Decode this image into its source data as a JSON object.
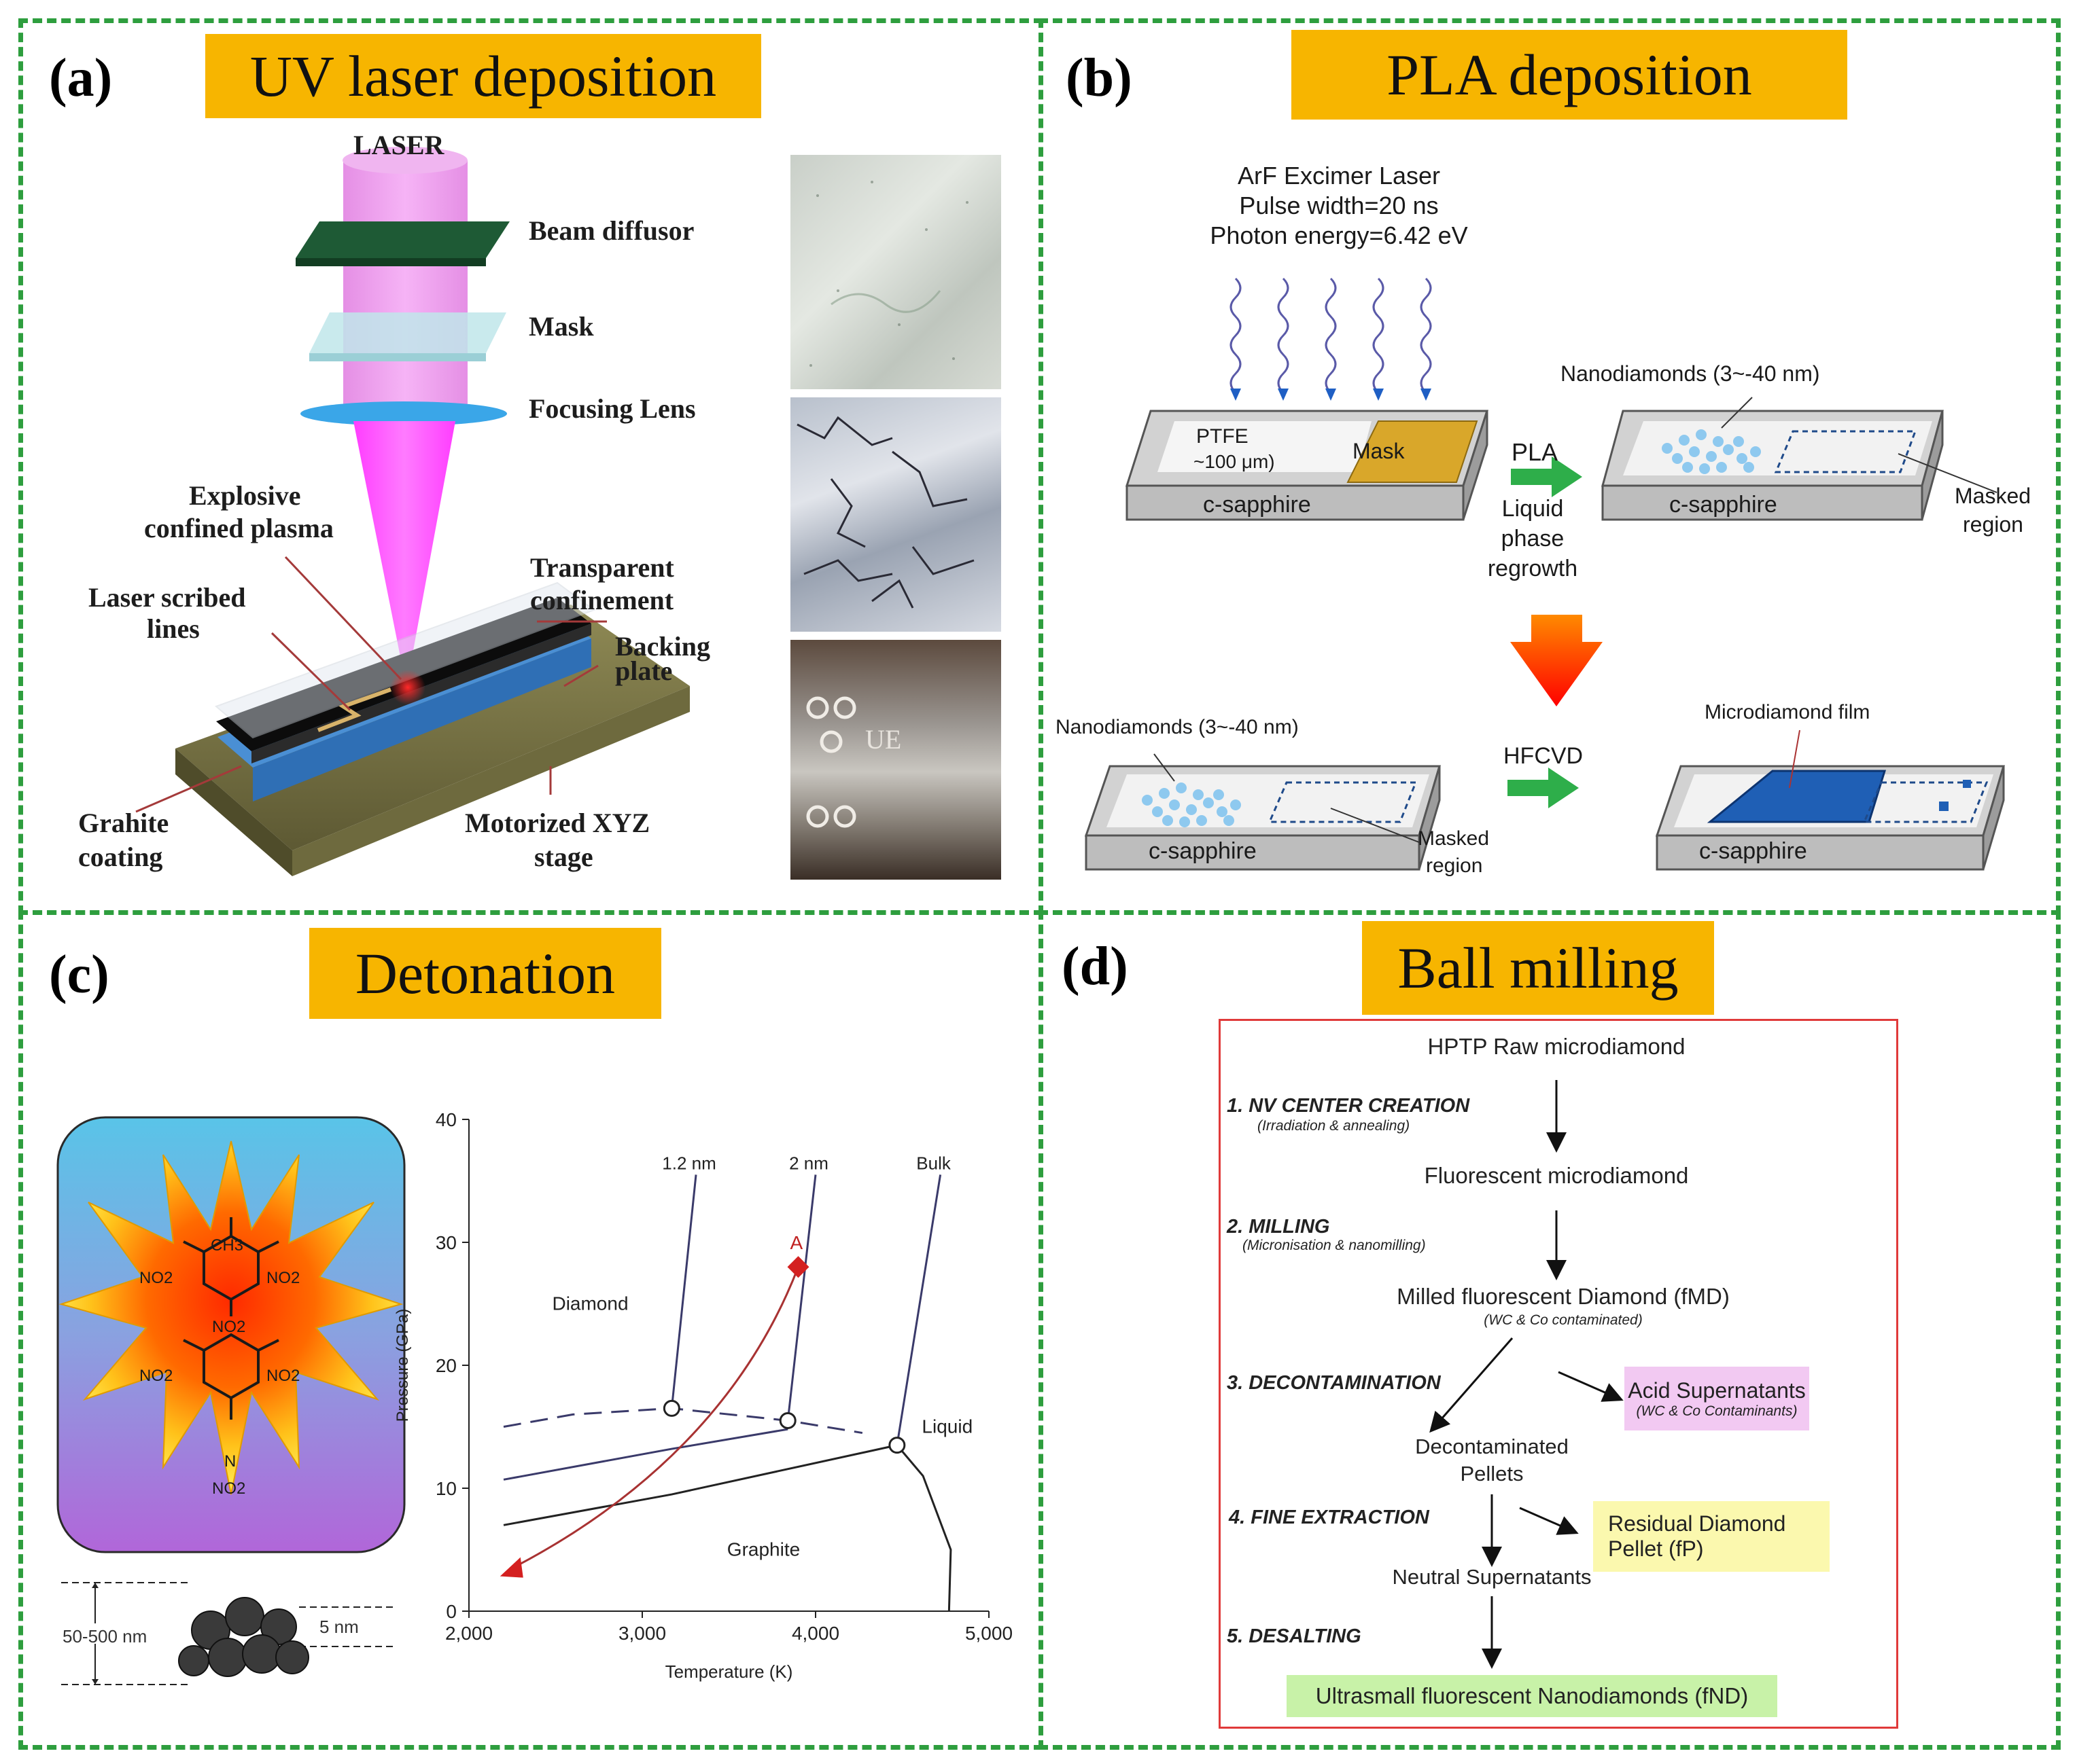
{
  "panel_a": {
    "letter": "(a)",
    "title": "UV laser deposition",
    "labels": {
      "laser": "LASER",
      "beam_diffusor": "Beam diffusor",
      "mask": "Mask",
      "focusing_lens": "Focusing Lens",
      "explosive_1": "Explosive",
      "explosive_2": "confined plasma",
      "scribed_1": "Laser scribed",
      "scribed_2": "lines",
      "transparent_1": "Transparent",
      "transparent_2": "confinement",
      "backing_1": "Backing",
      "backing_2": "plate",
      "graphite_1": "Grahite",
      "graphite_2": "coating",
      "stage_1": "Motorized XYZ",
      "stage_2": "stage"
    }
  },
  "panel_b": {
    "letter": "(b)",
    "title": "PLA deposition",
    "laser_1": "ArF Excimer Laser",
    "laser_2": "Pulse width=20 ns",
    "laser_3": "Photon energy=6.42 eV",
    "ptfe": "PTFE",
    "ptfe_thick": "~100 μm)",
    "mask": "Mask",
    "substrate": "c-sapphire",
    "pla": "PLA",
    "regrowth_1": "Liquid",
    "regrowth_2": "phase",
    "regrowth_3": "regrowth",
    "nanodiamonds": "Nanodiamonds (3~-40 nm)",
    "masked_1": "Masked",
    "masked_2": "region",
    "hfcvd": "HFCVD",
    "microdiamond": "Microdiamond film"
  },
  "panel_c": {
    "letter": "(c)",
    "title": "Detonation",
    "molecule": {
      "ch3": "CH3",
      "no2": "NO2",
      "n": "N"
    },
    "scale_large": "50-500 nm",
    "scale_small": "5 nm",
    "chart_data": {
      "type": "line",
      "xlabel": "Temperature (K)",
      "ylabel": "Pressure (GPa)",
      "xlim": [
        2000,
        5000
      ],
      "ylim": [
        0,
        40
      ],
      "xticks": [
        2000,
        3000,
        4000,
        5000
      ],
      "xtick_labels": [
        "2,000",
        "3,000",
        "4,000",
        "5,000"
      ],
      "yticks": [
        0,
        10,
        20,
        30,
        40
      ],
      "regions": [
        "Diamond",
        "Graphite",
        "Liquid"
      ],
      "series": [
        {
          "name": "1.2 nm",
          "points": [
            [
              3170,
              16.5
            ],
            [
              3310,
              35.5
            ]
          ]
        },
        {
          "name": "2 nm",
          "points": [
            [
              3840,
              15.5
            ],
            [
              4000,
              35.5
            ]
          ]
        },
        {
          "name": "Bulk",
          "points": [
            [
              4470,
              13.5
            ],
            [
              4720,
              35.5
            ]
          ]
        },
        {
          "name": "",
          "style": "dashed",
          "points": [
            [
              2200,
              15.0
            ],
            [
              2600,
              16.0
            ],
            [
              3170,
              16.5
            ],
            [
              3840,
              15.5
            ],
            [
              4270,
              14.5
            ]
          ]
        },
        {
          "name": "",
          "points": [
            [
              2200,
              10.7
            ],
            [
              3170,
              13.2
            ],
            [
              3840,
              14.8
            ]
          ]
        },
        {
          "name": "",
          "points": [
            [
              2200,
              7.0
            ],
            [
              3170,
              9.5
            ],
            [
              4470,
              13.5
            ]
          ]
        },
        {
          "name": "",
          "points": [
            [
              4470,
              13.5
            ],
            [
              4620,
              11.0
            ],
            [
              4780,
              5.0
            ],
            [
              4770,
              0
            ]
          ]
        }
      ],
      "annotations": [
        {
          "label": "A",
          "x": 3900,
          "y": 28
        },
        {
          "label": "",
          "x": 2250,
          "y": 3.5
        }
      ]
    }
  },
  "panel_d": {
    "letter": "(d)",
    "title": "Ball milling",
    "raw": "HPTP Raw microdiamond",
    "step1": "1.  NV CENTER CREATION",
    "step1_sub": "(Irradiation & annealing)",
    "fluor": "Fluorescent microdiamond",
    "step2": "2. MILLING",
    "step2_sub": "(Micronisation & nanomilling)",
    "milled": "Milled  fluorescent Diamond (fMD)",
    "milled_sub": "(WC & Co contaminated)",
    "step3": "3. DECONTAMINATION",
    "acid": "Acid Supernatants",
    "acid_sub": "(WC & Co Contaminants)",
    "decont_1": "Decontaminated",
    "decont_2": "Pellets",
    "step4": "4. FINE EXTRACTION",
    "residual_1": "Residual Diamond",
    "residual_2": "Pellet  (fP)",
    "neutral": "Neutral Supernatants",
    "step5": "5. DESALTING",
    "final": "Ultrasmall fluorescent Nanodiamonds (fND)"
  }
}
